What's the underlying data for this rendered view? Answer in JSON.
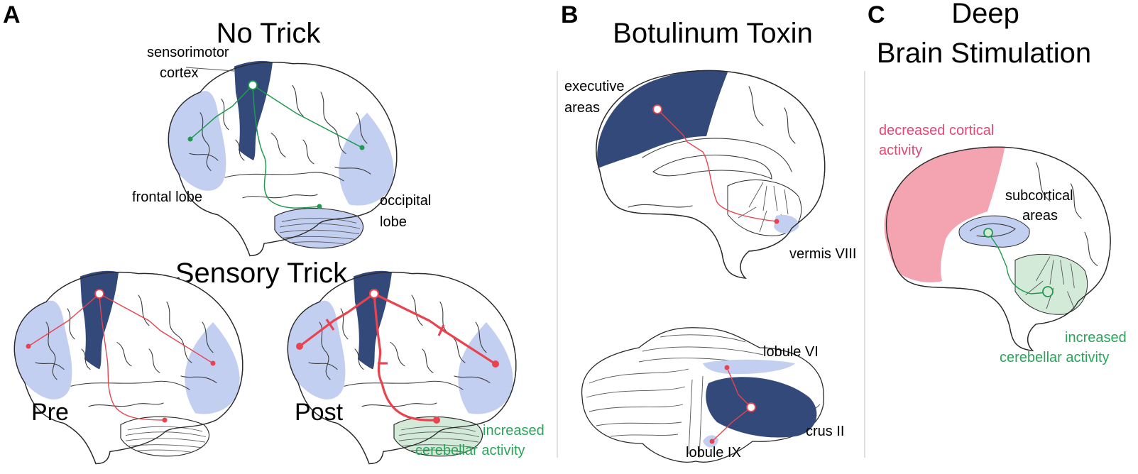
{
  "panels": {
    "a": {
      "letter": "A",
      "no_trick_title": "No Trick",
      "sensory_trick_title": "Sensory Trick",
      "labels": {
        "sensorimotor_line1": "sensorimotor",
        "sensorimotor_line2": "cortex",
        "frontal": "frontal lobe",
        "occipital_line1": "occipital",
        "occipital_line2": "lobe",
        "pre": "Pre",
        "post": "Post",
        "increased_line1": "increased",
        "increased_line2": "cerebellar activity"
      }
    },
    "b": {
      "letter": "B",
      "title": "Botulinum Toxin",
      "labels": {
        "executive_line1": "executive",
        "executive_line2": "areas",
        "vermis": "vermis VIII",
        "lobule_vi": "lobule VI",
        "crus_ii": "crus II",
        "lobule_ix": "lobule IX"
      }
    },
    "c": {
      "letter": "C",
      "title_line1": "Deep",
      "title_line2": "Brain Stimulation",
      "labels": {
        "decreased_line1": "decreased cortical",
        "decreased_line2": "activity",
        "subcortical_line1": "subcortical",
        "subcortical_line2": "areas",
        "increased_line1": "increased",
        "increased_line2": "cerebellar activity"
      }
    }
  },
  "colors": {
    "navy": "#33497a",
    "light_blue": "#c3cff0",
    "green_line": "#1f9a4f",
    "green_text": "#2aa45a",
    "green_fill": "#d3ead8",
    "red_line": "#e8434f",
    "pink_fill": "#f4a3b0",
    "pink_text": "#e64673",
    "divider": "#cccccc"
  }
}
